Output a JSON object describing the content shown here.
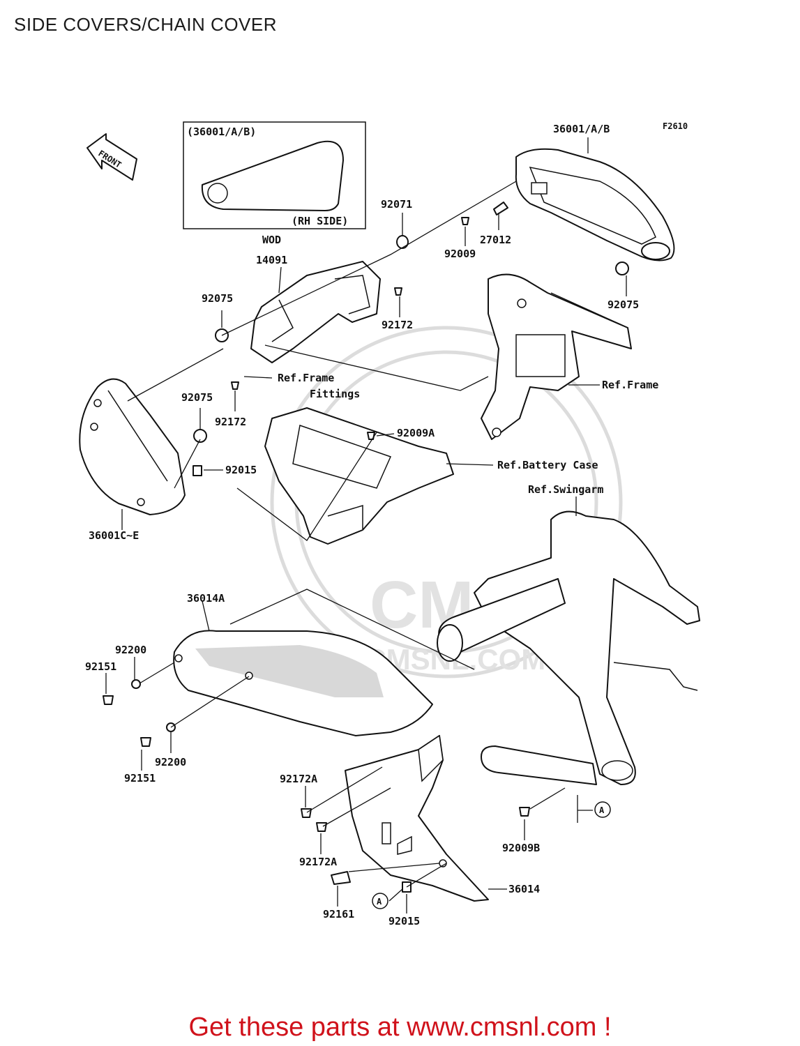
{
  "title": "SIDE COVERS/CHAIN COVER",
  "figure_code": "F2610",
  "front_indicator": "FRONT",
  "inset": {
    "part": "(36001/A/B)",
    "side_note": "(RH SIDE)"
  },
  "wod_note": "WOD",
  "watermark": {
    "brand": "CMS",
    "url": "WWW.CMSNL.COM"
  },
  "callouts": [
    {
      "key": "36001AB",
      "text": "36001/A/B"
    },
    {
      "key": "92071",
      "text": "92071"
    },
    {
      "key": "27012",
      "text": "27012"
    },
    {
      "key": "92009",
      "text": "92009"
    },
    {
      "key": "92075_rt",
      "text": "92075"
    },
    {
      "key": "14091",
      "text": "14091"
    },
    {
      "key": "92075_lt",
      "text": "92075"
    },
    {
      "key": "92172_top",
      "text": "92172"
    },
    {
      "key": "ref_frame_fittings_1",
      "text": "Ref.Frame"
    },
    {
      "key": "ref_frame_fittings_2",
      "text": "Fittings"
    },
    {
      "key": "92172_mid",
      "text": "92172"
    },
    {
      "key": "92075_low",
      "text": "92075"
    },
    {
      "key": "ref_frame",
      "text": "Ref.Frame"
    },
    {
      "key": "92009A",
      "text": "92009A"
    },
    {
      "key": "92015_top",
      "text": "92015"
    },
    {
      "key": "ref_battery",
      "text": "Ref.Battery Case"
    },
    {
      "key": "ref_swingarm",
      "text": "Ref.Swingarm"
    },
    {
      "key": "36001CE",
      "text": "36001C~E"
    },
    {
      "key": "36014A",
      "text": "36014A"
    },
    {
      "key": "92200_top",
      "text": "92200"
    },
    {
      "key": "92151_top",
      "text": "92151"
    },
    {
      "key": "92200_low",
      "text": "92200"
    },
    {
      "key": "92151_low",
      "text": "92151"
    },
    {
      "key": "92172A_top",
      "text": "92172A"
    },
    {
      "key": "92172A_low",
      "text": "92172A"
    },
    {
      "key": "92009B",
      "text": "92009B"
    },
    {
      "key": "36014",
      "text": "36014"
    },
    {
      "key": "92161",
      "text": "92161"
    },
    {
      "key": "92015_low",
      "text": "92015"
    }
  ],
  "markers": {
    "a_left": "A",
    "a_right": "A"
  },
  "promo_text": "Get these parts at www.cmsnl.com !",
  "colors": {
    "promo": "#d0121b",
    "line": "#111111",
    "watermark": "#dcdcdc"
  }
}
